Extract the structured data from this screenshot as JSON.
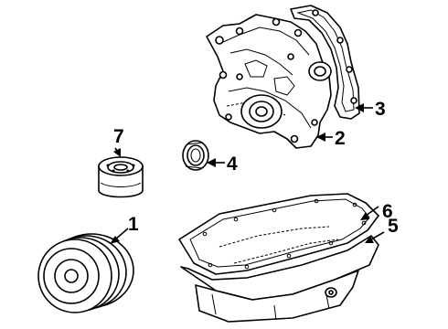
{
  "diagram": {
    "callouts": [
      {
        "id": "1",
        "label": "1",
        "part": "crankshaft-pulley"
      },
      {
        "id": "2",
        "label": "2",
        "part": "timing-cover"
      },
      {
        "id": "3",
        "label": "3",
        "part": "timing-cover-gasket"
      },
      {
        "id": "4",
        "label": "4",
        "part": "front-seal"
      },
      {
        "id": "5",
        "label": "5",
        "part": "oil-pan"
      },
      {
        "id": "6",
        "label": "6",
        "part": "oil-pan-gasket"
      },
      {
        "id": "7",
        "label": "7",
        "part": "oil-filter"
      }
    ]
  }
}
